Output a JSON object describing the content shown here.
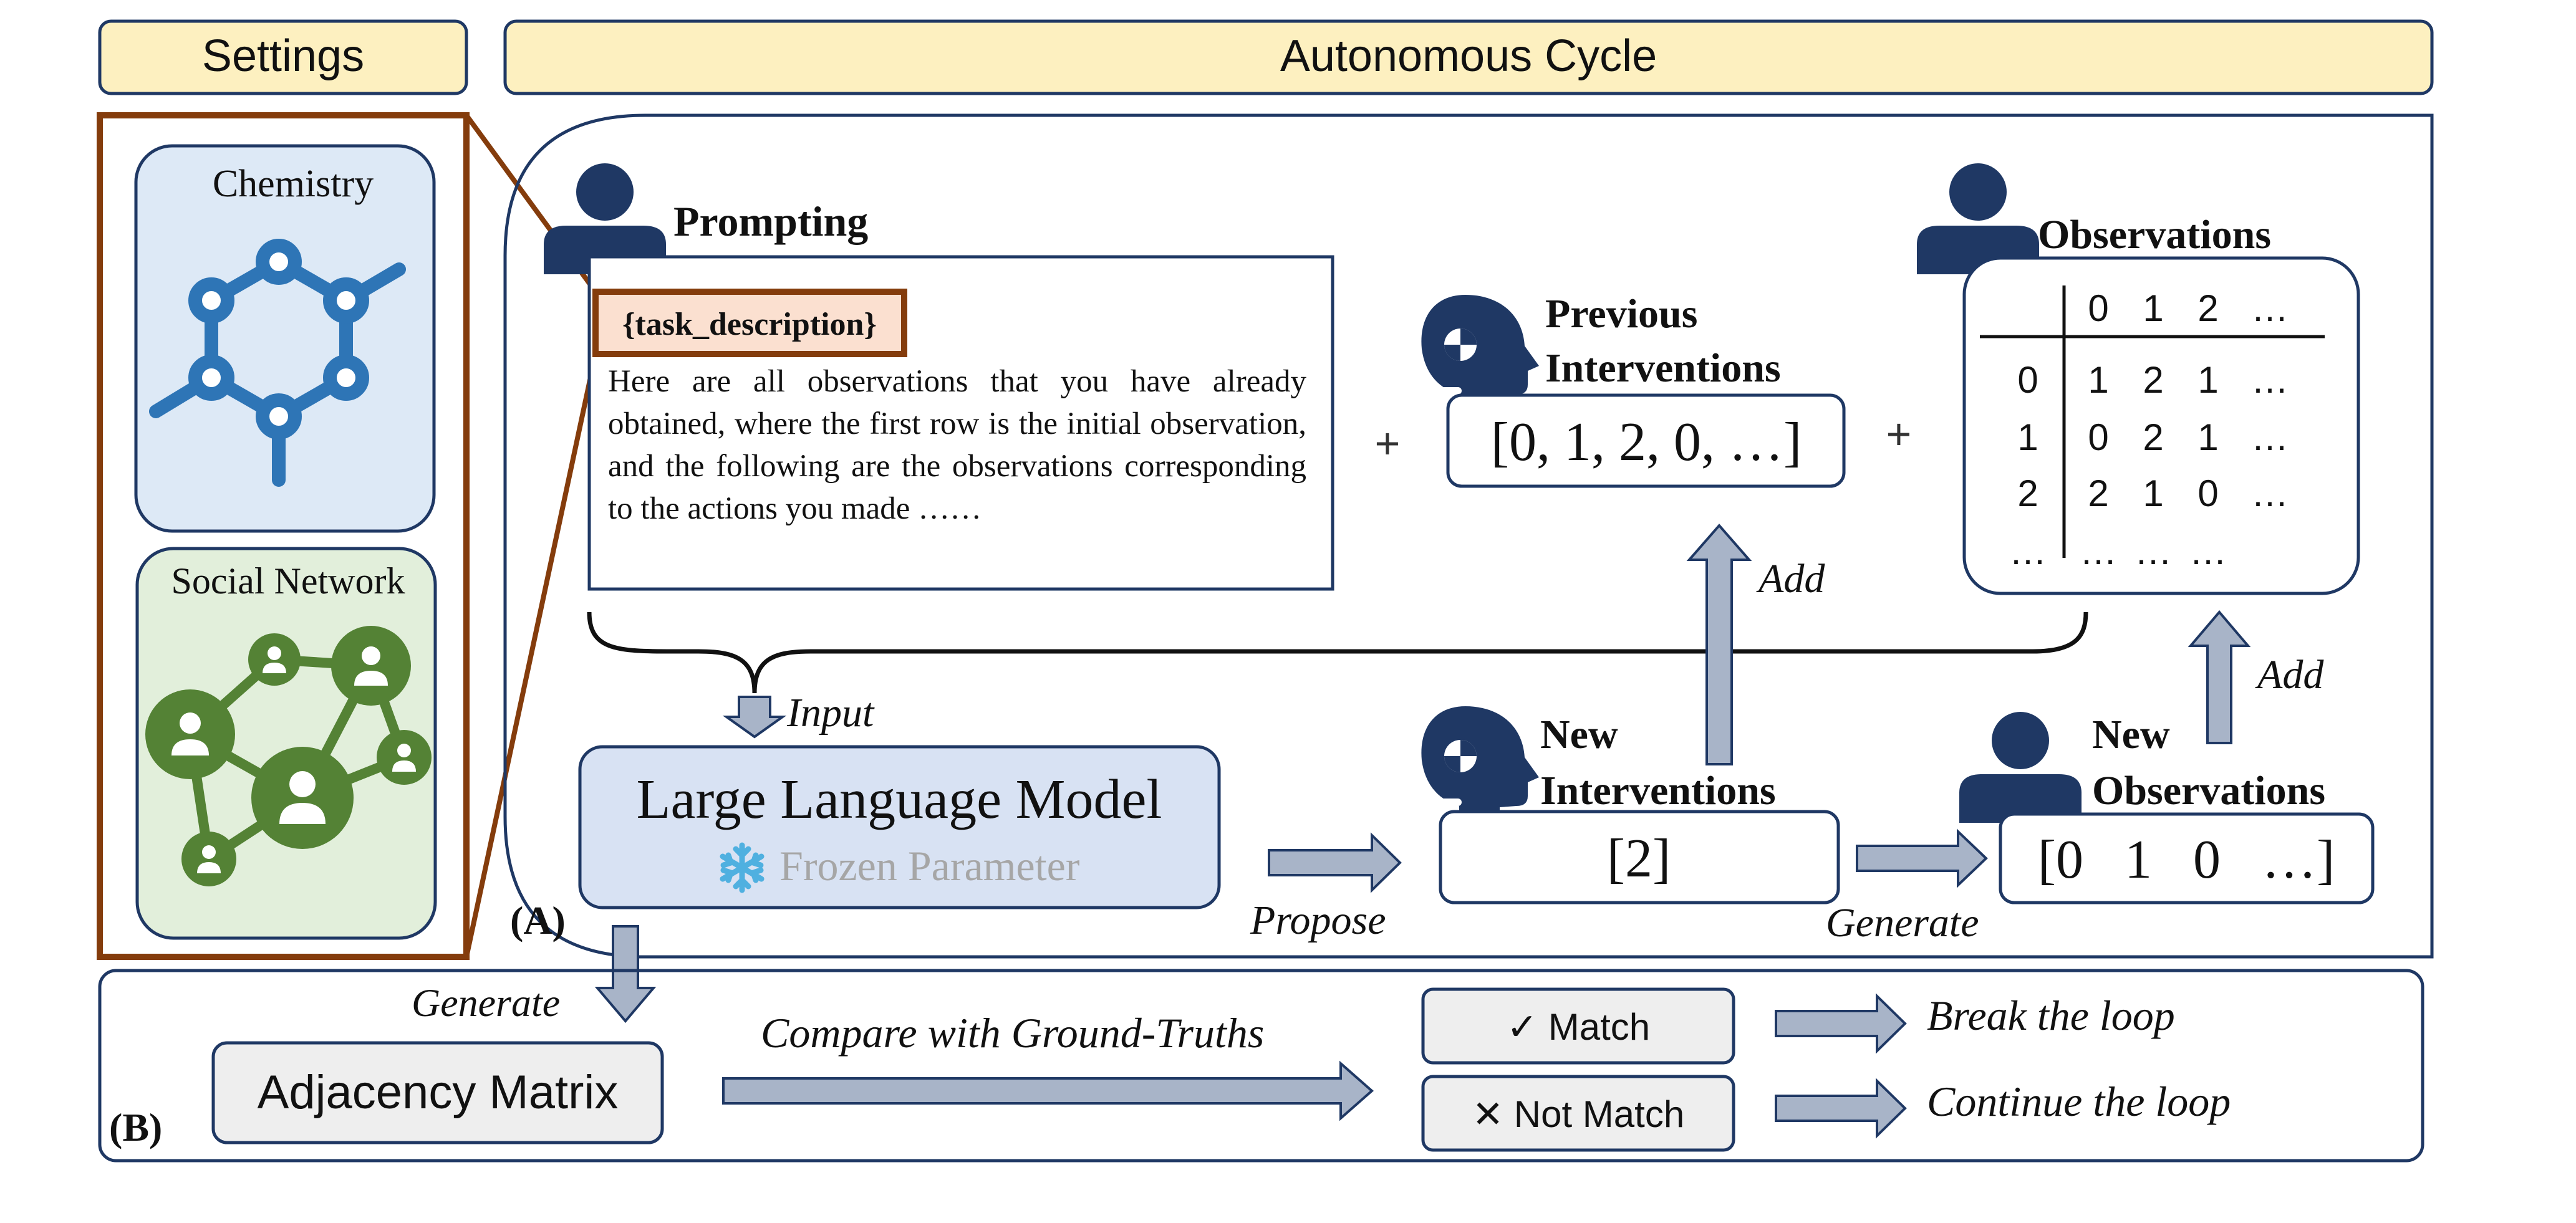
{
  "header": {
    "settings_label": "Settings",
    "cycle_label": "Autonomous Cycle"
  },
  "settings": {
    "chemistry_label": "Chemistry",
    "social_label": "Social Network"
  },
  "prompting": {
    "title": "Prompting",
    "task_tag": "{task_description}",
    "body": "Here are all observations that you have already obtained, where the first row is the initial observation, and the following are the observations corresponding to the actions you made ……"
  },
  "previous_interventions": {
    "title_line1": "Previous",
    "title_line2": "Interventions",
    "value": "[0, 1, 2, 0, …]"
  },
  "observations": {
    "title": "Observations",
    "col_headers": [
      "0",
      "1",
      "2",
      "…"
    ],
    "rows": [
      {
        "label": "0",
        "cells": [
          "1",
          "2",
          "1",
          "…"
        ]
      },
      {
        "label": "1",
        "cells": [
          "0",
          "2",
          "1",
          "…"
        ]
      },
      {
        "label": "2",
        "cells": [
          "2",
          "1",
          "0",
          "…"
        ]
      },
      {
        "label": "…",
        "cells": [
          "…",
          "…",
          "…",
          ""
        ]
      }
    ]
  },
  "operators": {
    "plus": "+"
  },
  "flow": {
    "input": "Input",
    "add_interventions": "Add",
    "add_observations": "Add",
    "propose": "Propose",
    "generate_observations": "Generate",
    "generate_matrix": "Generate",
    "compare": "Compare with Ground-Truths"
  },
  "llm": {
    "title": "Large Language Model",
    "subtitle": "Frozen Parameter"
  },
  "new_interventions": {
    "title_line1": "New",
    "title_line2": "Interventions",
    "value": "[2]"
  },
  "new_observations": {
    "title_line1": "New",
    "title_line2": "Observations",
    "value": "[0   1   0   …]"
  },
  "section_b": {
    "adjacency_label": "Adjacency Matrix",
    "match_label": "✓ Match",
    "not_match_label": "✕ Not Match",
    "break_label": "Break the loop",
    "continue_label": "Continue the loop"
  },
  "panel_labels": {
    "a": "(A)",
    "b": "(B)"
  },
  "colors": {
    "header_fill": "#fdf0c0",
    "chemistry_fill": "#dde9f6",
    "social_fill": "#e2efdb",
    "llm_fill": "#d8e2f3",
    "zoom_border": "#843c0c",
    "task_fill": "#fbe0d0",
    "arrow_fill": "#a8b4c8",
    "navy": "#1f3864",
    "chem_blue": "#2e75b6",
    "social_green": "#548235"
  }
}
